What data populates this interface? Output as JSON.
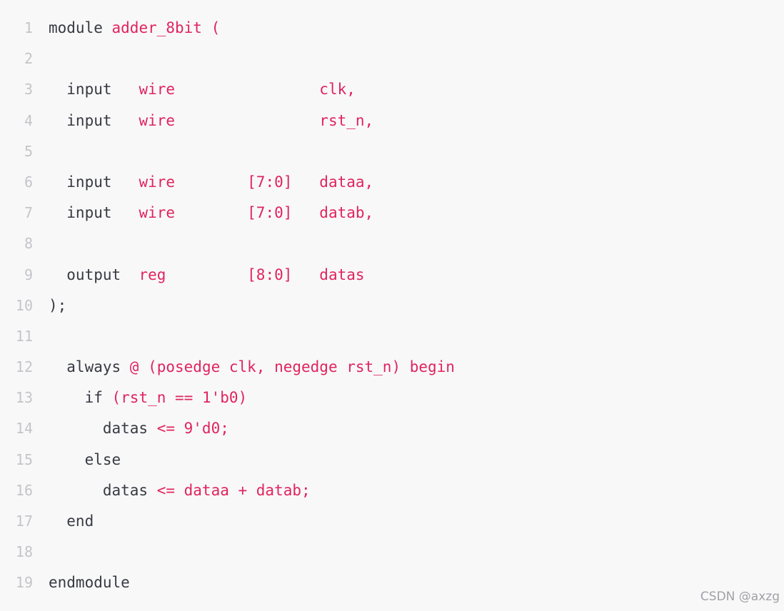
{
  "code": {
    "lines": [
      {
        "number": "1",
        "tokens": [
          {
            "text": "module ",
            "type": "plain"
          },
          {
            "text": "adder_8bit (",
            "type": "kw"
          }
        ]
      },
      {
        "number": "2",
        "tokens": []
      },
      {
        "number": "3",
        "tokens": [
          {
            "text": "  input   ",
            "type": "plain"
          },
          {
            "text": "wire                clk,",
            "type": "kw"
          }
        ]
      },
      {
        "number": "4",
        "tokens": [
          {
            "text": "  input   ",
            "type": "plain"
          },
          {
            "text": "wire                rst_n,",
            "type": "kw"
          }
        ]
      },
      {
        "number": "5",
        "tokens": []
      },
      {
        "number": "6",
        "tokens": [
          {
            "text": "  input   ",
            "type": "plain"
          },
          {
            "text": "wire        [7:0]   dataa,",
            "type": "kw"
          }
        ]
      },
      {
        "number": "7",
        "tokens": [
          {
            "text": "  input   ",
            "type": "plain"
          },
          {
            "text": "wire        [7:0]   datab,",
            "type": "kw"
          }
        ]
      },
      {
        "number": "8",
        "tokens": []
      },
      {
        "number": "9",
        "tokens": [
          {
            "text": "  output  ",
            "type": "plain"
          },
          {
            "text": "reg         [8:0]   datas",
            "type": "kw"
          }
        ]
      },
      {
        "number": "10",
        "tokens": [
          {
            "text": ");",
            "type": "plain"
          }
        ]
      },
      {
        "number": "11",
        "tokens": []
      },
      {
        "number": "12",
        "tokens": [
          {
            "text": "  always ",
            "type": "plain"
          },
          {
            "text": "@ (posedge clk, negedge rst_n) begin",
            "type": "kw"
          }
        ]
      },
      {
        "number": "13",
        "tokens": [
          {
            "text": "    if ",
            "type": "plain"
          },
          {
            "text": "(rst_n == 1'b0)",
            "type": "kw"
          }
        ]
      },
      {
        "number": "14",
        "tokens": [
          {
            "text": "      datas ",
            "type": "plain"
          },
          {
            "text": "<= 9'd0;",
            "type": "kw"
          }
        ]
      },
      {
        "number": "15",
        "tokens": [
          {
            "text": "    else",
            "type": "plain"
          }
        ]
      },
      {
        "number": "16",
        "tokens": [
          {
            "text": "      datas ",
            "type": "plain"
          },
          {
            "text": "<= dataa + datab;",
            "type": "kw"
          }
        ]
      },
      {
        "number": "17",
        "tokens": [
          {
            "text": "  end",
            "type": "plain"
          }
        ]
      },
      {
        "number": "18",
        "tokens": []
      },
      {
        "number": "19",
        "tokens": [
          {
            "text": "endmodule",
            "type": "plain"
          }
        ]
      }
    ]
  },
  "watermark": "CSDN @axzg",
  "colors": {
    "background": "#f8f8f9",
    "plain_text": "#383a42",
    "highlight_text": "#e0245e",
    "line_number": "#c5c5c9"
  }
}
